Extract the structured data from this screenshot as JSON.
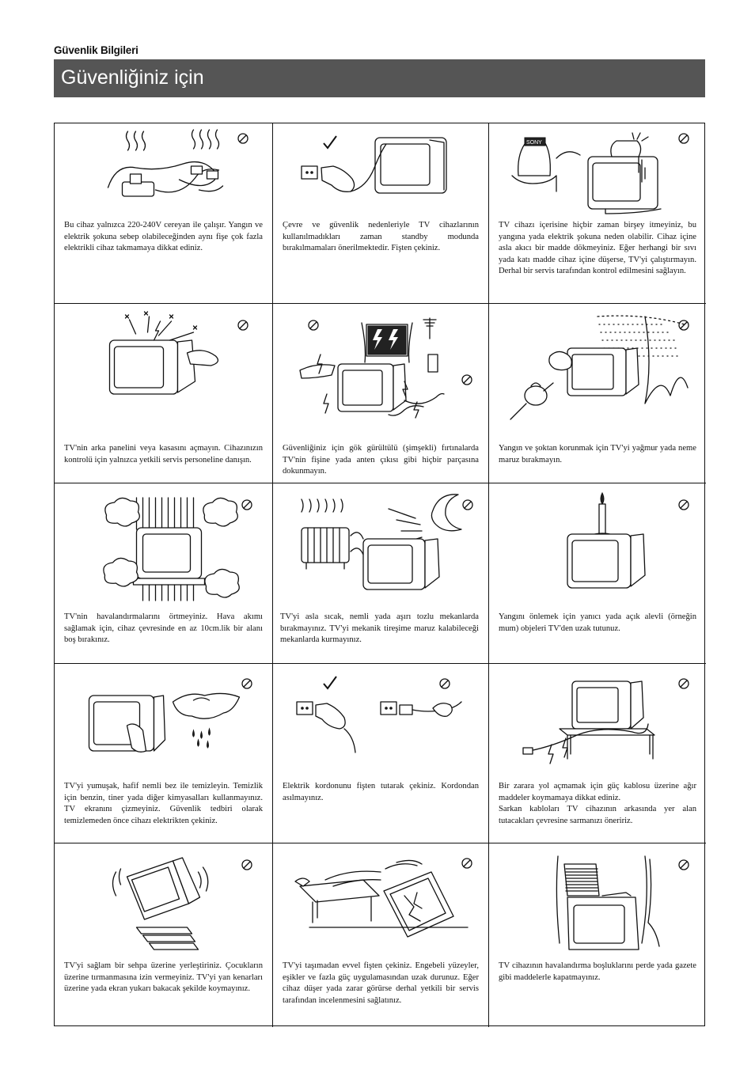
{
  "header": {
    "section_label": "Güvenlik Bilgileri",
    "title": "Güvenliğiniz için"
  },
  "cells": [
    {
      "caption": "Bu cihaz yalnızca 220-240V cereyan ile çalışır. Yangın ve elektrik şokuna sebep olabileceğinden aynı fişe çok fazla elektrikli cihaz takmamaya dikkat ediniz.",
      "sign": "prohibition"
    },
    {
      "caption": "Çevre ve güvenlik nedenleriyle TV cihazlarının kullanılmadıkları zaman standby modunda bırakılmamaları önerilmektedir. Fişten çekiniz.",
      "sign": "check"
    },
    {
      "caption": "TV cihazı içerisine hiçbir zaman birşey itmeyiniz, bu yangına yada elektrik şokuna neden olabilir. Cihaz içine asla akıcı bir madde dökmeyiniz. Eğer herhangi bir sıvı yada katı madde cihaz içine düşerse, TV'yi çalıştırmayın. Derhal bir servis tarafından kontrol edilmesini sağlayın.",
      "sign": "prohibition",
      "logo_text": "SONY"
    },
    {
      "caption": "TV'nin arka panelini veya kasasını açmayın. Cihazınızın kontrolü için yalnızca yetkili servis personeline danışın.",
      "sign": "prohibition"
    },
    {
      "caption": "Güvenliğiniz için gök gürültülü (şimşekli) fırtınalarda TV'nin fişine yada anten çıkısı gibi hiçbir parçasına dokunmayın.",
      "sign": "prohibition"
    },
    {
      "caption": "Yangın ve şoktan korunmak için TV'yi yağmur yada neme maruz bırakmayın.",
      "sign": "prohibition"
    },
    {
      "caption": "TV'nin havalandırmalarını örtmeyiniz. Hava akımı sağlamak için, cihaz çevresinde en az 10cm.lik bir alanı boş bırakınız.",
      "sign": "prohibition"
    },
    {
      "caption": "TV'yi asla sıcak, nemli yada aşırı tozlu mekanlarda bırakmayınız. TV'yi mekanik tireşime maruz kalabileceği mekanlarda kurmayınız.",
      "sign": "prohibition"
    },
    {
      "caption": "Yangını önlemek için yanıcı yada açık alevli (örneğin mum) objeleri TV'den uzak tutunuz.",
      "sign": "prohibition"
    },
    {
      "caption": "TV'yi yumuşak, hafif nemli bez ile temizleyin. Temizlik için benzin, tiner yada diğer kimyasalları kullanmayınız. TV ekranını çizmeyiniz. Güvenlik tedbiri olarak temizlemeden önce cihazı elektrikten çekiniz.",
      "sign": "prohibition"
    },
    {
      "caption": "Elektrik kordonunu fişten tutarak çekiniz. Kordondan asılmayınız.",
      "sign": "check-and-prohibition"
    },
    {
      "caption": "Bir zarara yol açmamak için güç kablosu üzerine ağır maddeler koymamaya dikkat ediniz.",
      "caption2": "Sarkan kabloları TV cihazının arkasında yer alan tutacakları çevresine sarmanızı öneririz.",
      "sign": "prohibition"
    },
    {
      "caption": "TV'yi sağlam bir sehpa üzerine yerleştiriniz. Çocukların üzerine tırmanmasına izin vermeyiniz. TV'yi yan kenarları üzerine yada ekran yukarı bakacak şekilde koymayınız.",
      "sign": "prohibition"
    },
    {
      "caption": "TV'yi taşımadan evvel fişten çekiniz. Engebeli yüzeyler, eşikler ve fazla güç uygulamasından uzak durunuz. Eğer cihaz düşer yada zarar görürse derhal yetkili bir servis tarafından incelenmesini sağlatınız.",
      "sign": "prohibition"
    },
    {
      "caption": "TV cihazının havalandırma boşluklarını perde yada gazete gibi maddelerle kapatmayınız.",
      "sign": "prohibition"
    }
  ]
}
